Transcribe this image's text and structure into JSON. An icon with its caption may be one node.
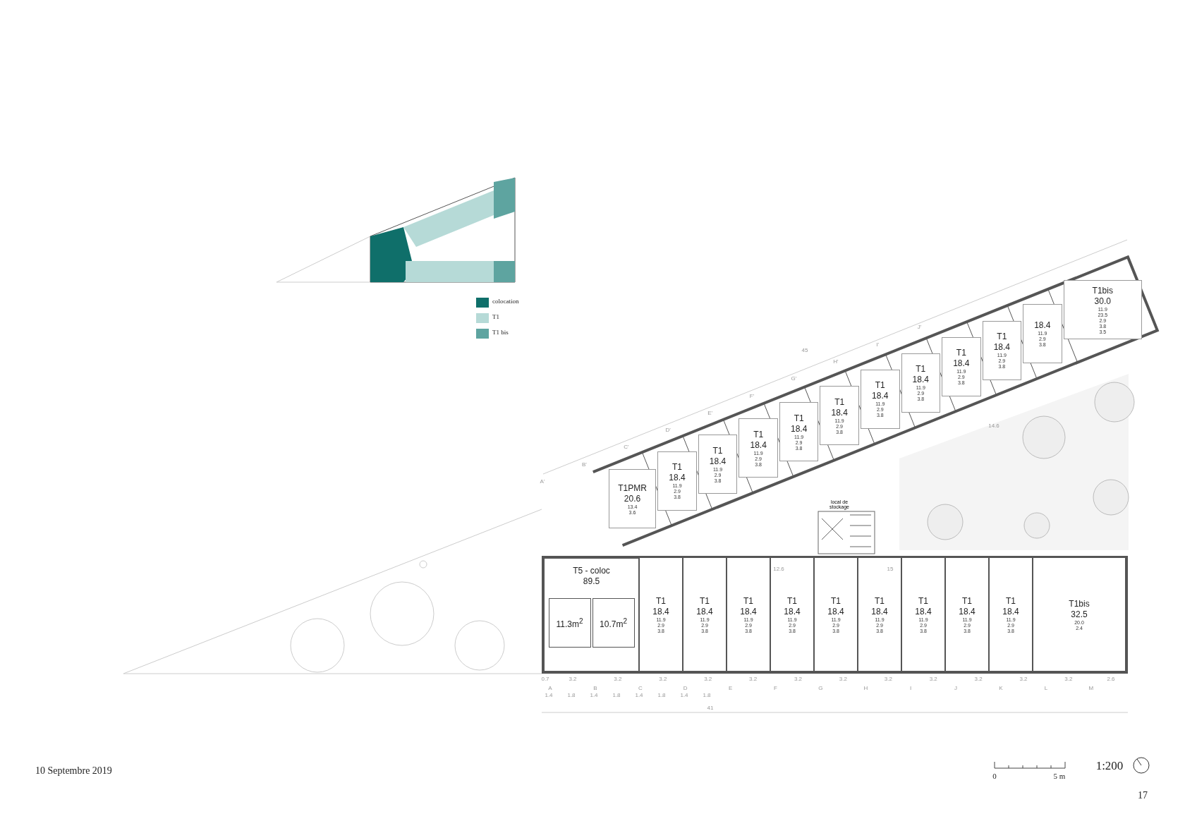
{
  "diagram": {
    "caption": "10 Septembre 2019",
    "nodes": [
      {
        "text": [
          "T5 - coloc",
          "89.5"
        ]
      },
      {
        "text": [
          "11.3m$^{2}$"
        ],
        "in": 0
      },
      {
        "text": [
          "10.7m$^{2}$"
        ],
        "in": 0
      },
      {
        "text": [
          "T1PMR",
          "20.6",
          "13.4",
          "3.6"
        ]
      },
      {
        "text": [
          "T1",
          "18.4",
          "11.9",
          "2.9",
          "3.8"
        ]
      },
      {
        "text": [
          "T1",
          "18.4",
          "11.9",
          "2.9",
          "3.8"
        ]
      },
      {
        "text": [
          "T1",
          "18.4",
          "11.9",
          "2.9",
          "3.8"
        ]
      },
      {
        "text": [
          "T1",
          "18.4",
          "11.9",
          "2.9",
          "3.8"
        ]
      },
      {
        "text": [
          "T1",
          "18.4",
          "11.9",
          "2.9",
          "3.8"
        ]
      },
      {
        "text": [
          "T1",
          "18.4",
          "11.9",
          "2.9",
          "3.8"
        ]
      },
      {
        "text": [
          "T1",
          "18.4",
          "11.9",
          "2.9",
          "3.8"
        ]
      },
      {
        "text": [
          "T1",
          "18.4",
          "11.9",
          "2.9",
          "3.8"
        ]
      },
      {
        "text": [
          "T1",
          "18.4",
          "11.9",
          "2.9",
          "3.8"
        ]
      },
      {
        "text": [
          "18.4",
          "11.9",
          "2.9",
          "3.8"
        ]
      },
      {
        "text": [
          "T1bis",
          "30.0",
          "11.9",
          "23.5",
          "2.9",
          "3.8",
          "3.5"
        ]
      },
      {
        "text": [
          "local de stockage"
        ]
      },
      {
        "text": [
          "T1",
          "18.4",
          "11.9",
          "2.9",
          "3.8"
        ]
      },
      {
        "text": [
          "T1",
          "18.4",
          "11.9",
          "2.9",
          "3.8"
        ]
      },
      {
        "text": [
          "T1",
          "18.4",
          "11.9",
          "2.9",
          "3.8"
        ]
      },
      {
        "text": [
          "T1",
          "18.4",
          "11.9",
          "2.9",
          "3.8"
        ]
      },
      {
        "text": [
          "T1",
          "18.4",
          "11.9",
          "2.9",
          "3.8"
        ]
      },
      {
        "text": [
          "T1",
          "18.4",
          "11.9",
          "2.9",
          "3.8"
        ]
      },
      {
        "text": [
          "T1",
          "18.4",
          "11.9",
          "2.9",
          "3.8"
        ]
      },
      {
        "text": [
          "T1",
          "18.4",
          "11.9",
          "2.9",
          "3.8"
        ]
      },
      {
        "text": [
          "T1",
          "18.4",
          "11.9",
          "2.9",
          "3.8"
        ]
      },
      {
        "text": [
          "T1bis",
          "32.5",
          "20.0",
          "2.4"
        ]
      }
    ],
    "labels": [
      "45",
      "A'",
      "B'",
      "C'",
      "D'",
      "E'",
      "F'",
      "G'",
      "H'",
      "I'",
      "J'",
      "0.7",
      "3.2",
      "3.2",
      "3.2",
      "3.2",
      "3.2",
      "3.2",
      "3.2",
      "3.2",
      "3.2",
      "3.2",
      "3.2",
      "3.2",
      "2.6",
      "1.4",
      "1.8",
      "1.4",
      "1.8",
      "1.4",
      "1.8",
      "1.4",
      "1.8",
      "41",
      "A",
      "B",
      "C",
      "D",
      "E",
      "F",
      "G",
      "H",
      "I",
      "J",
      "K",
      "L",
      "M",
      "12.6",
      "15",
      "14.6",
      "1:200",
      "0",
      "5 m",
      "17"
    ],
    "legend": [
      {
        "text": "colocation",
        "color": "#0f6f6a"
      },
      {
        "text": "T1",
        "color": "#b6dad7"
      },
      {
        "text": "T1 bis",
        "color": "#5ea4a0"
      }
    ]
  }
}
